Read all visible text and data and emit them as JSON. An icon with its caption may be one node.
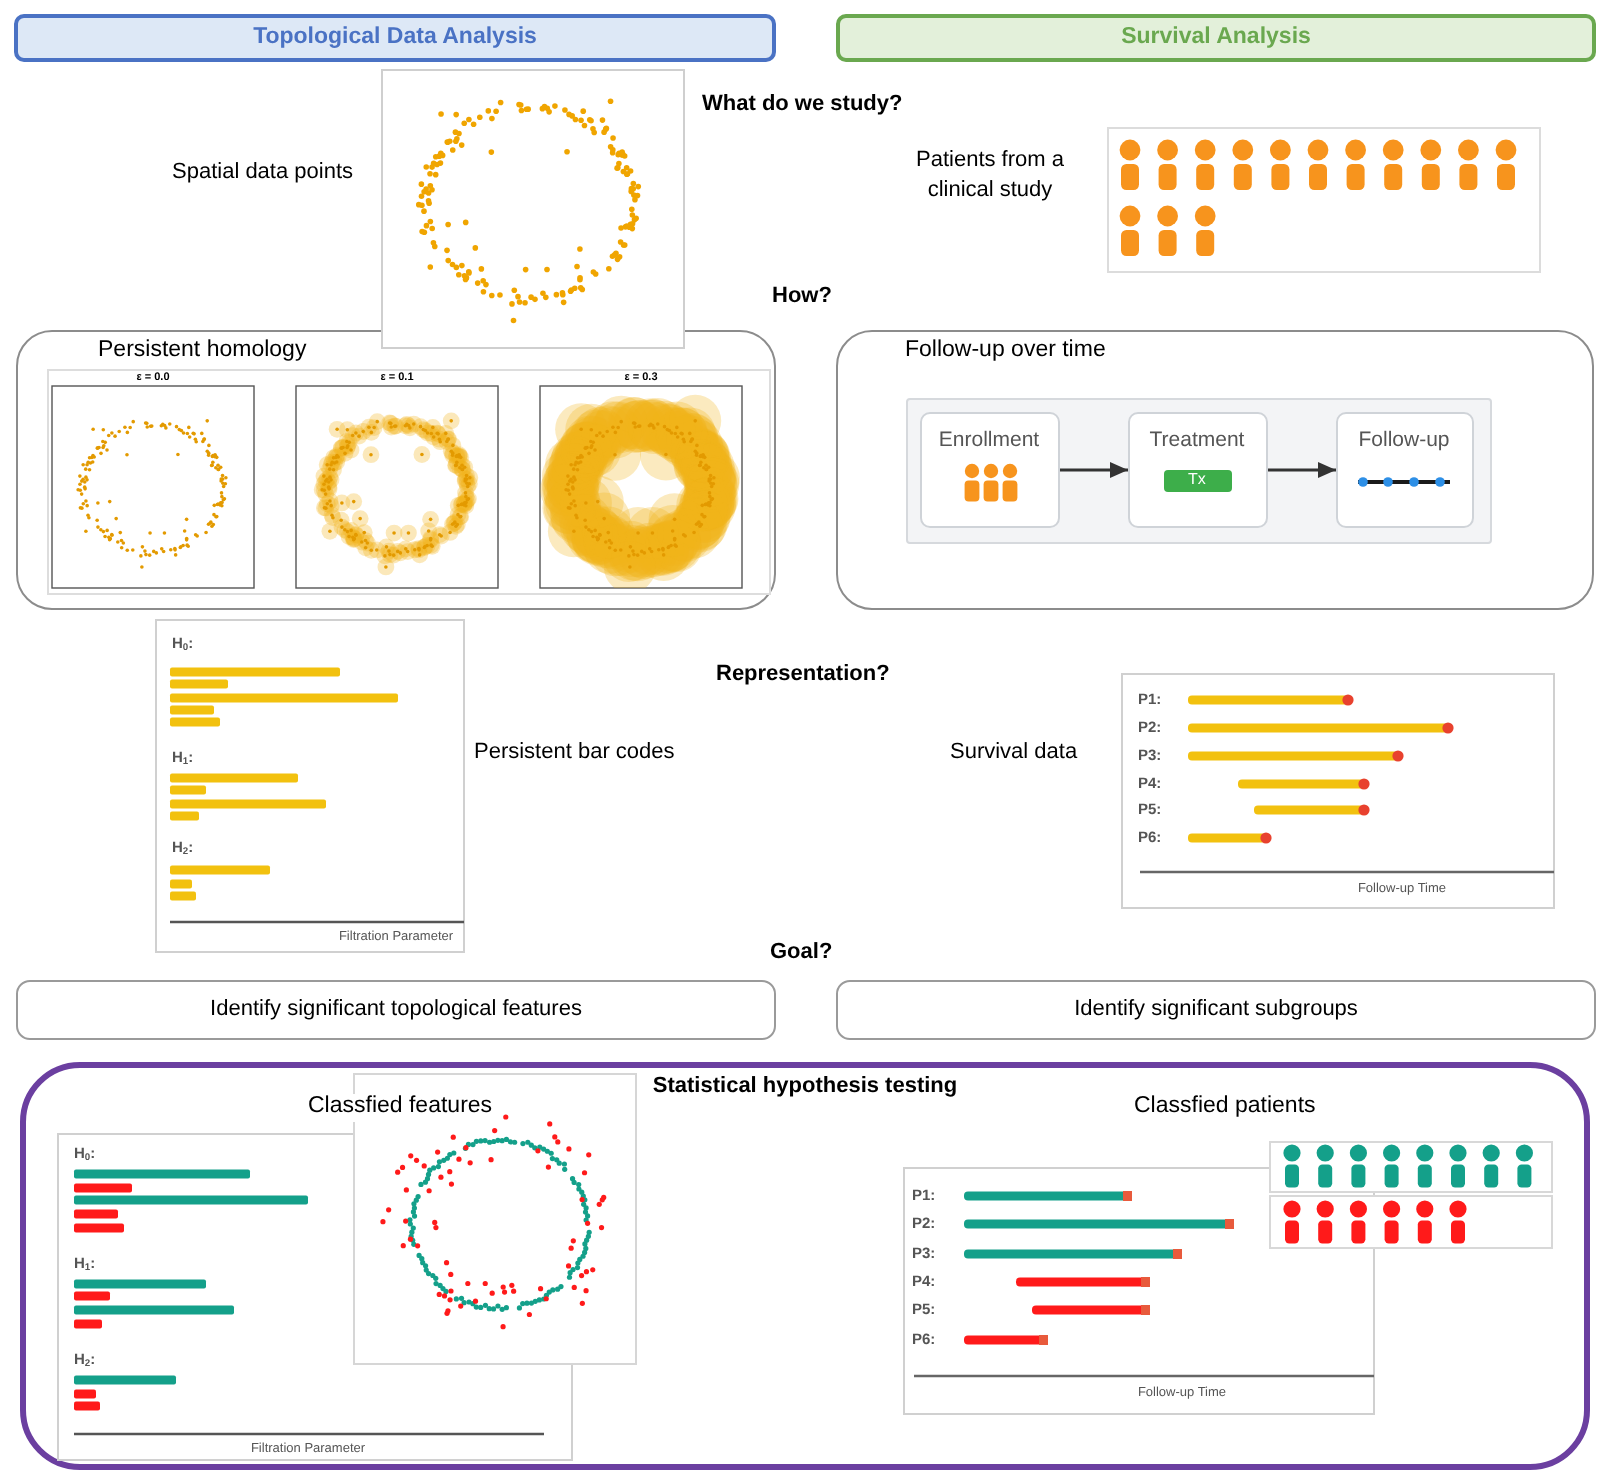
{
  "diagram": {
    "nodes": [
      {
        "text": [
          "Topological Data Analysis"
        ]
      },
      {
        "text": [
          "Survival Analysis"
        ]
      },
      {
        "text": [
          "Persistent homology"
        ]
      },
      {
        "text": [
          "Follow-up over time"
        ]
      },
      {
        "text": [],
        "shape": "box",
        "in": 3
      },
      {
        "text": [
          "Enrollment"
        ],
        "in": 4
      },
      {
        "text": [
          "Treatment"
        ],
        "in": 4
      },
      {
        "text": [
          "Tx"
        ],
        "in": 6
      },
      {
        "text": [
          "Follow-up"
        ],
        "in": 4
      },
      {
        "text": [
          "Identify significant topological features"
        ]
      },
      {
        "text": [
          "Identify significant subgroups"
        ]
      },
      {
        "text": [
          "Statistical hypothesis testing"
        ]
      }
    ],
    "edges": [
      {
        "from": 5,
        "to": 6,
        "arrow": "to"
      },
      {
        "from": 6,
        "to": 8,
        "arrow": "to"
      }
    ],
    "labels": [
      "What do we study?",
      "Spatial data points",
      "Patients from a clinical study",
      "How?",
      "ε = 0.0",
      "ε = 0.1",
      "ε = 0.3",
      "Representation?",
      "H$_{0}$:",
      "H$_{1}$:",
      "H$_{2}$:",
      "Filtration Parameter",
      "Persistent bar codes",
      "Survival data",
      "P1:",
      "P2:",
      "P3:",
      "P4:",
      "P5:",
      "P6:",
      "Follow-up Time",
      "Goal?",
      "Classfied features",
      "H$_{0}$:",
      "H$_{1}$:",
      "H$_{2}$:",
      "Filtration Parameter",
      "Classfied patients",
      "P1:",
      "P2:",
      "P3:",
      "P4:",
      "P5:",
      "P6:",
      "Follow-up Time"
    ]
  }
}
